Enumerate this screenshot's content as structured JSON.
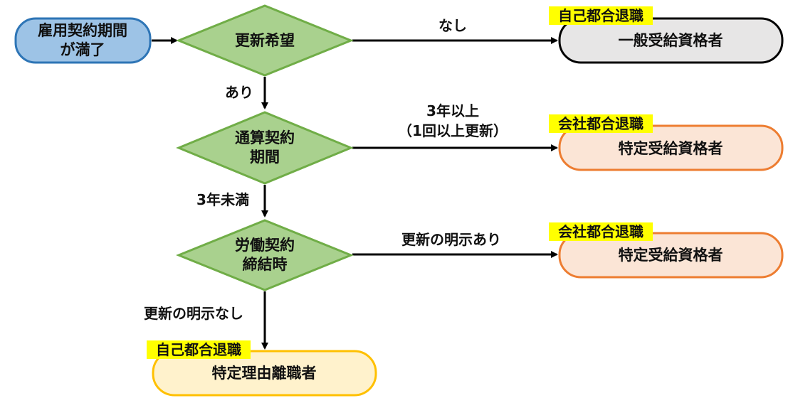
{
  "nodes": {
    "start": {
      "line1": "雇用契約期間",
      "line2": "が満了"
    },
    "renewal_wish": {
      "label": "更新希望"
    },
    "total_period": {
      "line1": "通算契約",
      "line2": "期間"
    },
    "at_contract": {
      "line1": "労働契約",
      "line2": "締結時"
    },
    "result_general": {
      "tag": "自己都合退職",
      "label": "一般受給資格者"
    },
    "result_specific_1": {
      "tag": "会社都合退職",
      "label": "特定受給資格者"
    },
    "result_specific_2": {
      "tag": "会社都合退職",
      "label": "特定受給資格者"
    },
    "result_reason": {
      "tag": "自己都合退職",
      "label": "特定理由離職者"
    }
  },
  "edges": {
    "none": "なし",
    "yes": "あり",
    "three_plus_line1": "3年以上",
    "three_plus_line2": "（1回以上更新）",
    "under_three": "3年未満",
    "explicit_renewal": "更新の明示あり",
    "no_explicit_renewal": "更新の明示なし"
  },
  "colors": {
    "start_fill": "#9dc3e6",
    "start_stroke": "#2e75b6",
    "decision_fill": "#a9d18e",
    "decision_stroke": "#70ad47",
    "general_fill": "#e7e6e6",
    "general_stroke": "#000000",
    "company_fill": "#fbe5d6",
    "company_stroke": "#ed7d31",
    "reason_fill": "#fff2cc",
    "reason_stroke": "#ffc000",
    "tag_highlight": "#ffff00",
    "arrow": "#000000"
  }
}
